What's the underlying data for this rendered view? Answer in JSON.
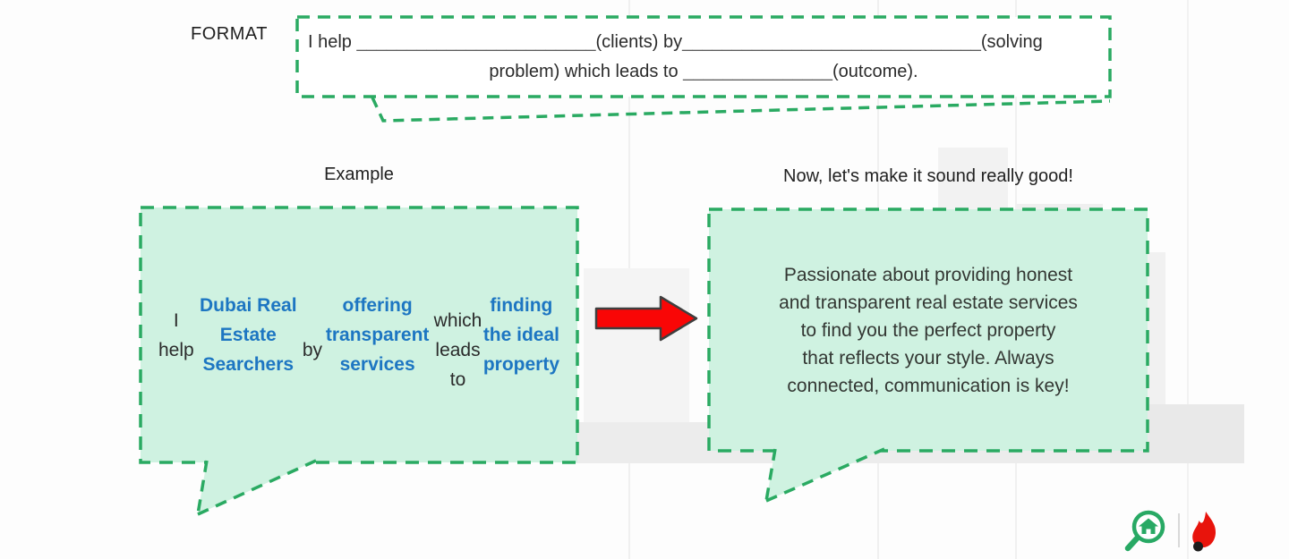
{
  "palette": {
    "dash_green": "#2aaa62",
    "bubble_mint": "#cff2e1",
    "highlight_blue": "#1d76c2",
    "arrow_red": "#f90606",
    "text_dark": "#2b2b2b",
    "blank_gray": "#5a5a5a",
    "logo_green": "#28a964",
    "logo_red": "#e8140c"
  },
  "format": {
    "label": "FORMAT",
    "line1": [
      {
        "t": "I help "
      },
      {
        "t": "________________________",
        "c": "blank"
      },
      {
        "t": "(clients) by"
      },
      {
        "t": "______________________________",
        "c": "blank"
      },
      {
        "t": "(solving"
      }
    ],
    "line2": [
      {
        "t": "problem) which leads to "
      },
      {
        "t": "_______________",
        "c": "blank"
      },
      {
        "t": "(outcome)."
      }
    ]
  },
  "example": {
    "heading": "Example",
    "segments": [
      {
        "t": "I help ",
        "c": "dark"
      },
      {
        "t": "Dubai Real Estate Searchers",
        "c": "blue"
      },
      {
        "t": "\nby ",
        "c": "dark"
      },
      {
        "t": "offering transparent services",
        "c": "blue"
      },
      {
        "t": "\nwhich leads to ",
        "c": "dark"
      },
      {
        "t": "finding the ideal\nproperty",
        "c": "blue"
      }
    ]
  },
  "polished": {
    "heading": "Now, let's make it sound really good!",
    "text": "Passionate about providing honest\nand transparent real estate services\nto find you the perfect property\nthat reflects your style. Always\nconnected, communication is key!"
  },
  "footer": {
    "icons": [
      {
        "name": "house-magnifier-logo",
        "color": "#28a964"
      },
      {
        "name": "flame-logo",
        "color": "#e8140c"
      }
    ]
  }
}
